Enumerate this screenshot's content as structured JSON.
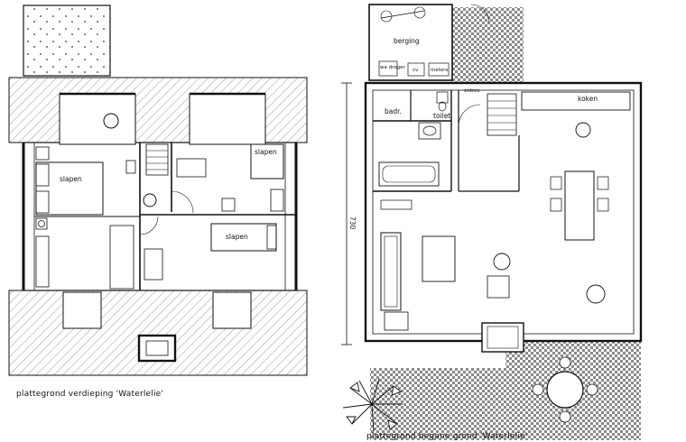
{
  "upper_floor": {
    "caption": "plattegrond verdieping 'Waterlelie'",
    "rooms": {
      "bedroom_left": "slapen",
      "bedroom_right": "slapen",
      "bedroom_bottom": "slapen"
    }
  },
  "ground_floor": {
    "caption": "plattegrond begane grond 'Waterlelie'",
    "dimension": "730",
    "rooms": {
      "storage": "berging",
      "washer_dryer": "wa droger",
      "heating": "cv",
      "meters": "meters",
      "entrance": "entree",
      "bathroom": "badr.",
      "toilet": "toilet",
      "kitchen": "koken"
    }
  }
}
